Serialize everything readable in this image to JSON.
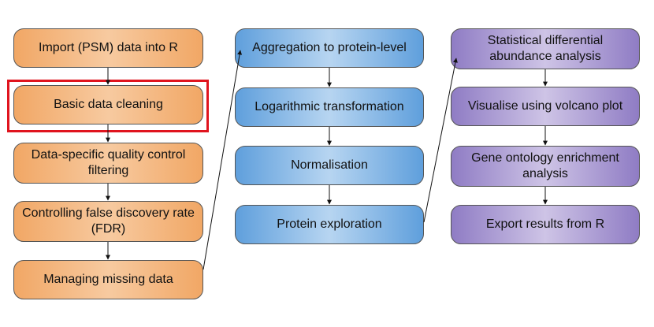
{
  "columns": [
    {
      "color": "orange",
      "nodes": [
        {
          "id": "n1",
          "label": "Import (PSM) data into R"
        },
        {
          "id": "n2",
          "label": "Basic data cleaning",
          "highlighted": true
        },
        {
          "id": "n3",
          "label": "Data-specific quality control filtering"
        },
        {
          "id": "n4",
          "label": "Controlling false discovery rate (FDR)"
        },
        {
          "id": "n5",
          "label": "Managing missing data"
        }
      ]
    },
    {
      "color": "blue",
      "nodes": [
        {
          "id": "n6",
          "label": "Aggregation to protein-level"
        },
        {
          "id": "n7",
          "label": "Logarithmic transformation"
        },
        {
          "id": "n8",
          "label": "Normalisation"
        },
        {
          "id": "n9",
          "label": "Protein exploration"
        }
      ]
    },
    {
      "color": "purple",
      "nodes": [
        {
          "id": "n10",
          "label": "Statistical differential abundance analysis"
        },
        {
          "id": "n11",
          "label": "Visualise using volcano plot"
        },
        {
          "id": "n12",
          "label": "Gene ontology enrichment analysis"
        },
        {
          "id": "n13",
          "label": "Export results from R"
        }
      ]
    }
  ],
  "edges": [
    [
      "n1",
      "n2"
    ],
    [
      "n2",
      "n3"
    ],
    [
      "n3",
      "n4"
    ],
    [
      "n4",
      "n5"
    ],
    [
      "n5",
      "n6"
    ],
    [
      "n6",
      "n7"
    ],
    [
      "n7",
      "n8"
    ],
    [
      "n8",
      "n9"
    ],
    [
      "n9",
      "n10"
    ],
    [
      "n10",
      "n11"
    ],
    [
      "n11",
      "n12"
    ],
    [
      "n12",
      "n13"
    ]
  ],
  "colors": {
    "orange": "#f1a765",
    "blue": "#5f9fdc",
    "purple": "#8f7cc4",
    "highlight": "#e0141e"
  }
}
